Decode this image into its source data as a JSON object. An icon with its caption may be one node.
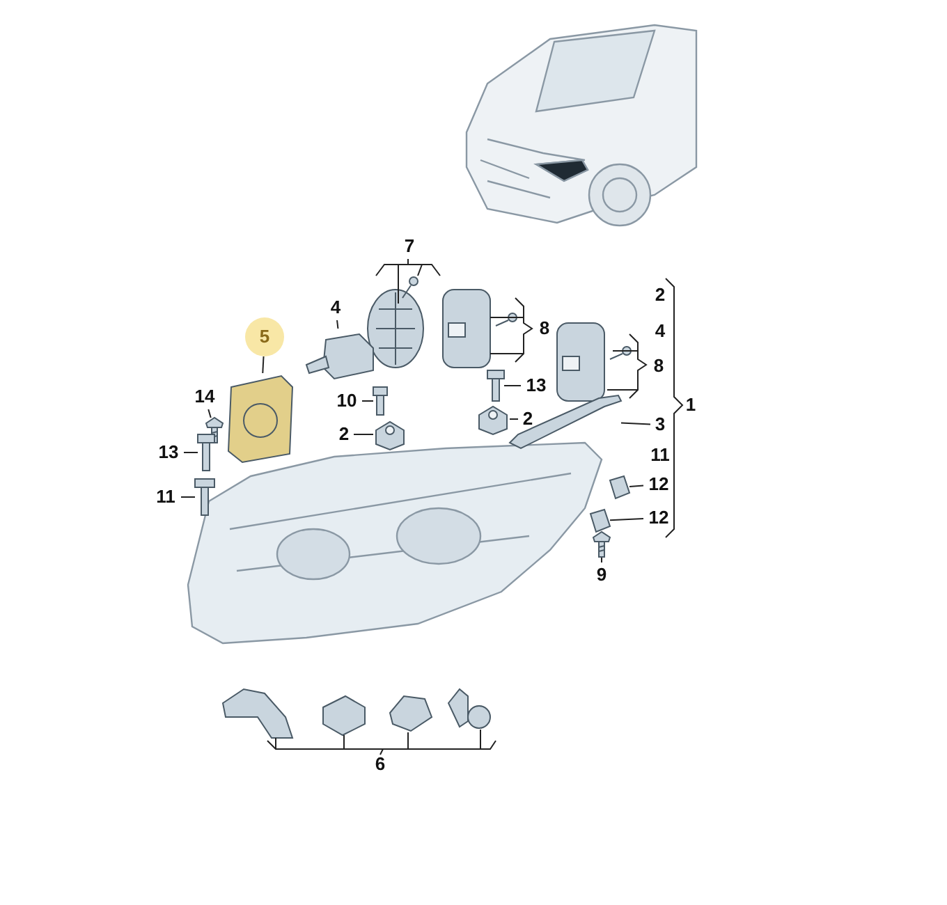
{
  "diagram": {
    "nodes": [
      {
        "text": [
          "5"
        ]
      },
      {
        "text": [],
        "shape": "picture"
      },
      {
        "text": [
          "4"
        ]
      },
      {
        "text": [],
        "shape": "picture"
      },
      {
        "text": [
          "14"
        ]
      },
      {
        "text": [],
        "shape": "picture"
      },
      {
        "text": [
          "13"
        ]
      },
      {
        "text": [],
        "shape": "picture"
      },
      {
        "text": [
          "11"
        ]
      },
      {
        "text": [],
        "shape": "picture"
      },
      {
        "text": [
          "10"
        ]
      },
      {
        "text": [],
        "shape": "picture"
      },
      {
        "text": [
          "2"
        ]
      },
      {
        "text": [],
        "shape": "picture"
      },
      {
        "text": [
          "13"
        ]
      },
      {
        "text": [],
        "shape": "picture"
      },
      {
        "text": [
          "2"
        ]
      },
      {
        "text": [],
        "shape": "picture"
      },
      {
        "text": [
          "3"
        ]
      },
      {
        "text": [],
        "shape": "picture"
      },
      {
        "text": [
          "12"
        ]
      },
      {
        "text": [],
        "shape": "picture"
      },
      {
        "text": [
          "12"
        ]
      },
      {
        "text": [],
        "shape": "picture"
      },
      {
        "text": [
          "9"
        ]
      },
      {
        "text": [],
        "shape": "picture"
      }
    ],
    "edges": [
      {
        "from": 0,
        "to": 1,
        "arrow": "none"
      },
      {
        "from": 2,
        "to": 3,
        "arrow": "none"
      },
      {
        "from": 4,
        "to": 5,
        "arrow": "none"
      },
      {
        "from": 6,
        "to": 7,
        "arrow": "none"
      },
      {
        "from": 8,
        "to": 9,
        "arrow": "none"
      },
      {
        "from": 10,
        "to": 11,
        "arrow": "none"
      },
      {
        "from": 12,
        "to": 13,
        "arrow": "none"
      },
      {
        "from": 14,
        "to": 15,
        "arrow": "none"
      },
      {
        "from": 16,
        "to": 17,
        "arrow": "none"
      },
      {
        "from": 18,
        "to": 19,
        "arrow": "none"
      },
      {
        "from": 20,
        "to": 21,
        "arrow": "none"
      },
      {
        "from": 22,
        "to": 23,
        "arrow": "none"
      },
      {
        "from": 24,
        "to": 25,
        "arrow": "none"
      }
    ],
    "labels": [
      "7",
      "2",
      "8",
      "4",
      "8",
      "1",
      "11",
      "6"
    ]
  }
}
